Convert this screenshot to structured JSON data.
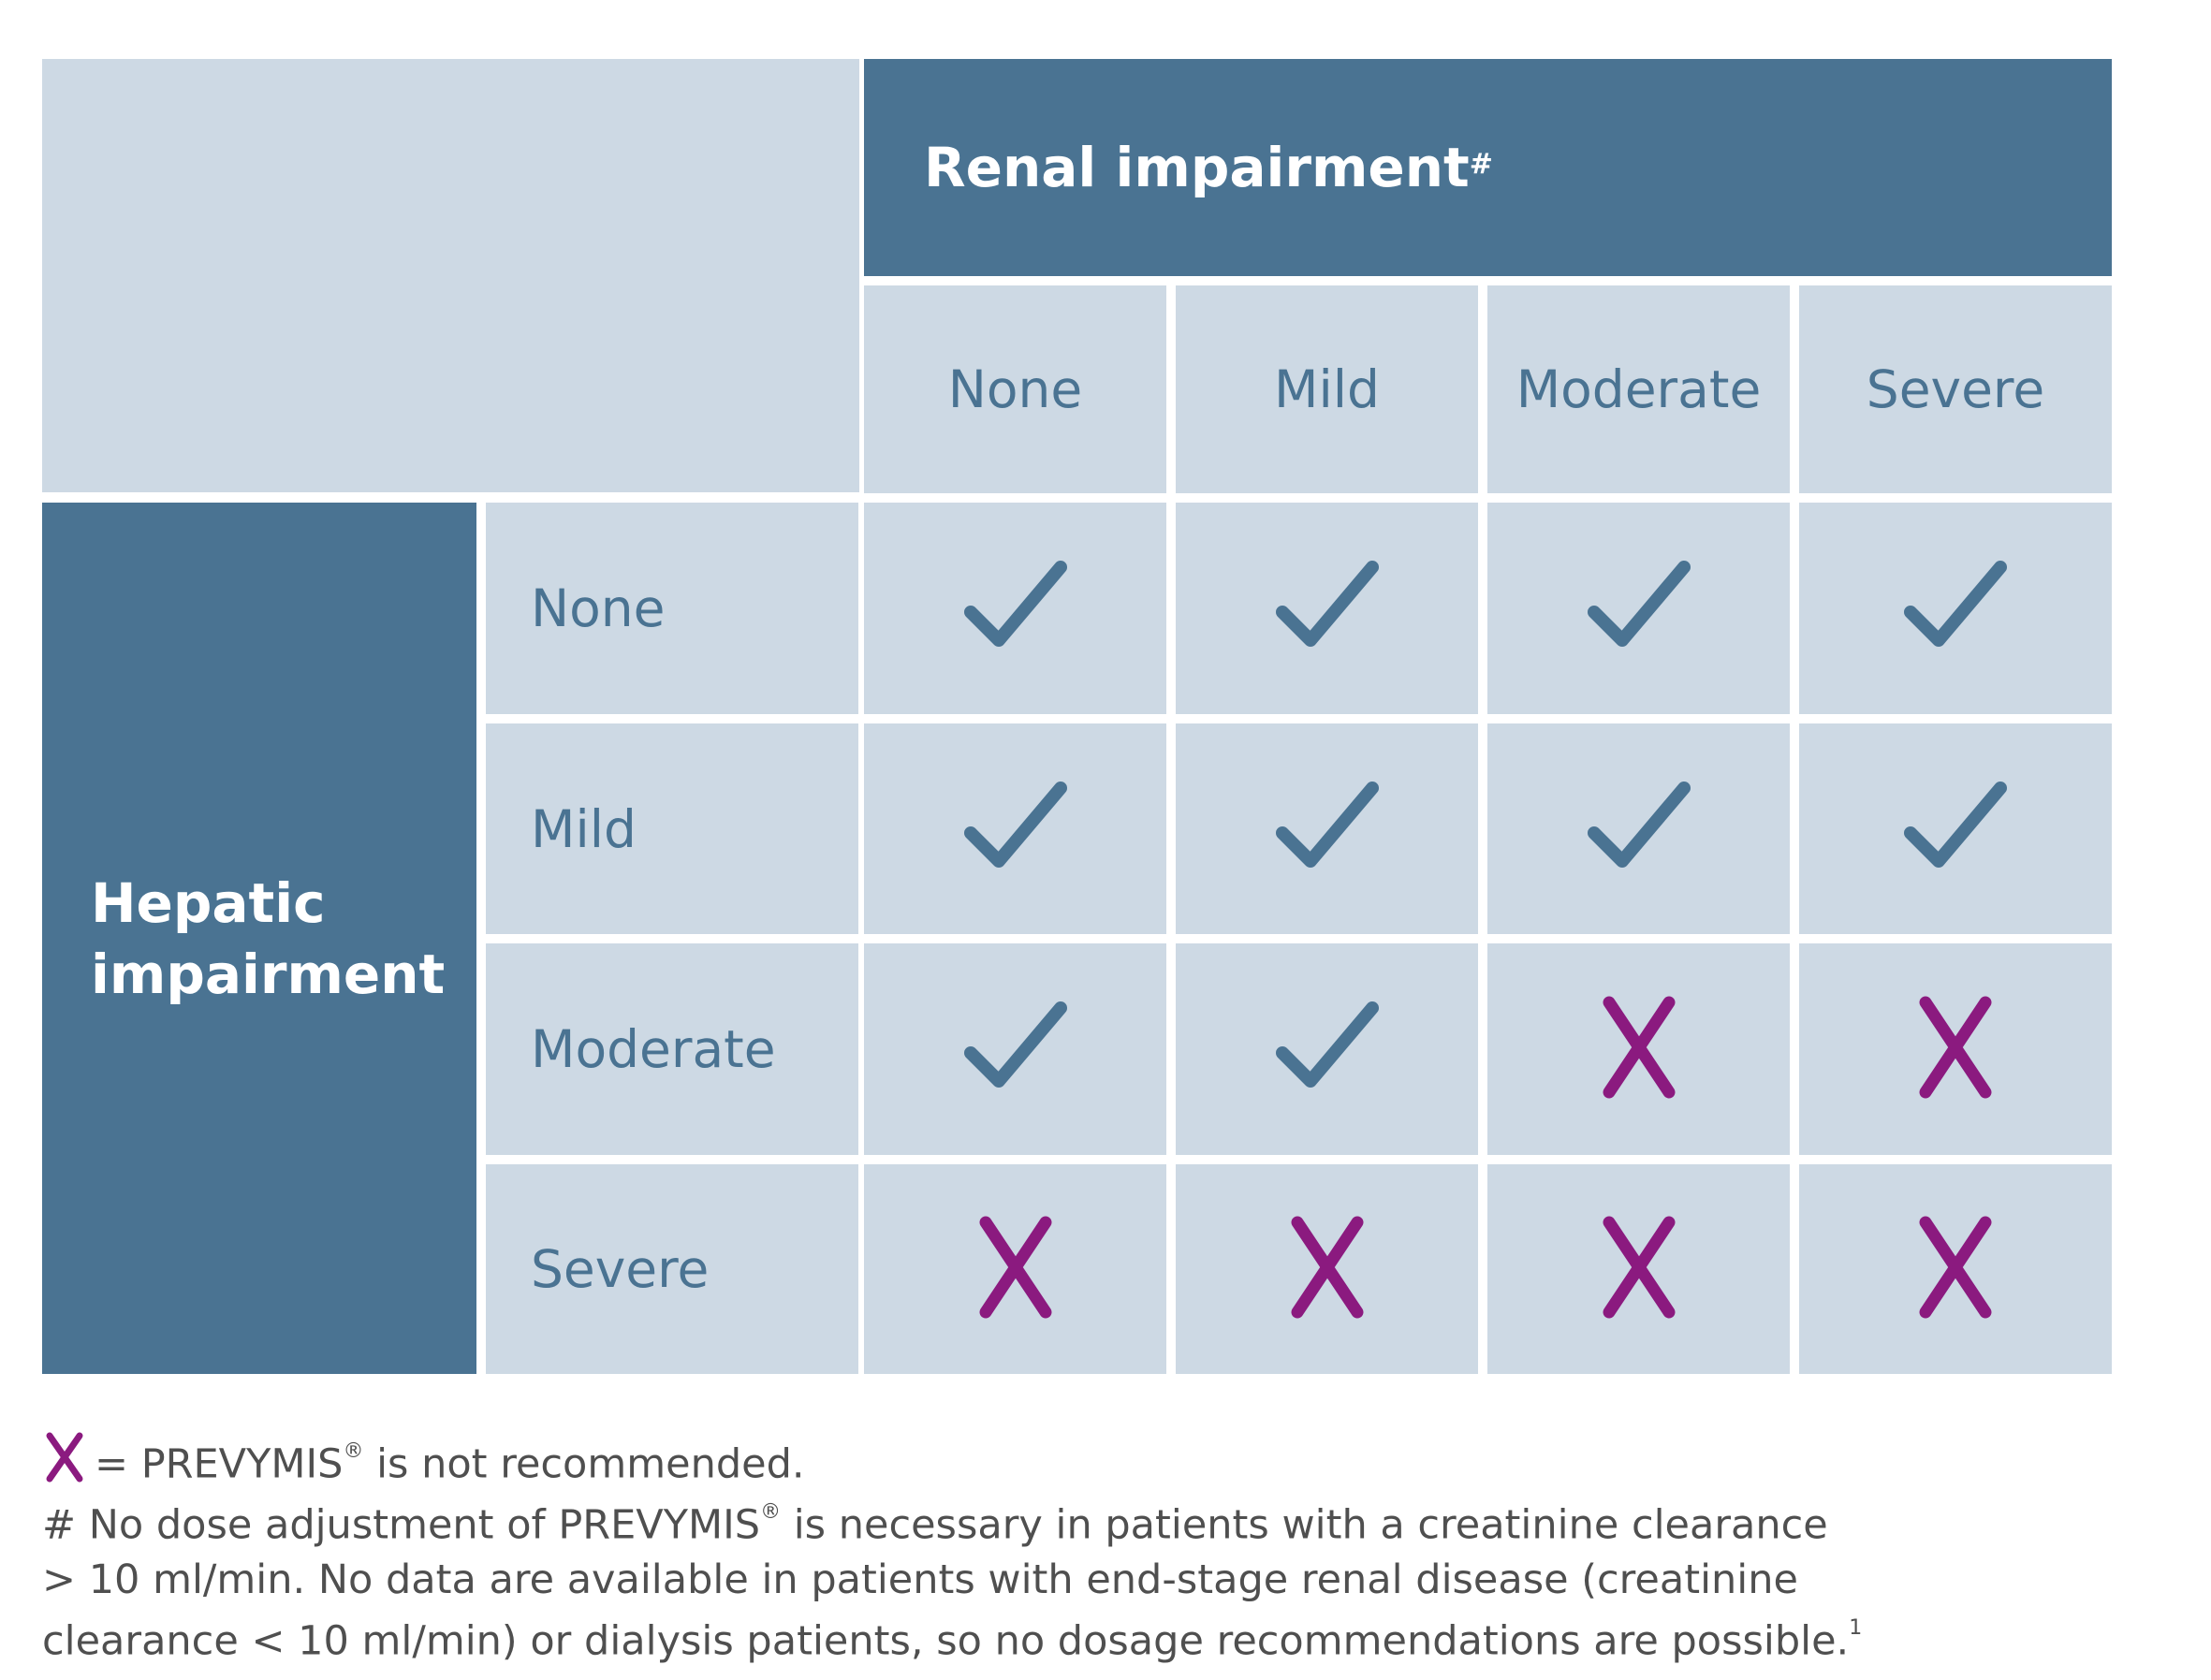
{
  "colors": {
    "dark_blue": "#4a7392",
    "light_blue": "#cdd9e4",
    "check_color": "#4a7392",
    "x_color": "#8b1a7f",
    "text_gray": "#4f4f4f"
  },
  "table": {
    "column_group_title": "Renal impairment",
    "column_group_title_mark": "#",
    "row_group_title_line1": "Hepatic",
    "row_group_title_line2": "impairment",
    "columns": [
      "None",
      "Mild",
      "Moderate",
      "Severe"
    ],
    "rows": [
      {
        "label": "None",
        "cells": [
          "check",
          "check",
          "check",
          "check"
        ]
      },
      {
        "label": "Mild",
        "cells": [
          "check",
          "check",
          "check",
          "check"
        ]
      },
      {
        "label": "Moderate",
        "cells": [
          "check",
          "check",
          "x",
          "x"
        ]
      },
      {
        "label": "Severe",
        "cells": [
          "x",
          "x",
          "x",
          "x"
        ]
      }
    ]
  },
  "legend": {
    "x_meaning_prefix": "= PREVYMIS",
    "registered": "®",
    "x_meaning_suffix": " is not recommended.",
    "note_line1_prefix": "# No dose adjustment of PREVYMIS",
    "note_line1_suffix": " is necessary in patients with a creatinine clearance",
    "note_line2": "> 10 ml/min. No data are available in patients with end-stage renal disease (creatinine",
    "note_line3": "clearance < 10 ml/min) or dialysis patients, so no dosage recommendations are possible.",
    "reference": "1"
  }
}
